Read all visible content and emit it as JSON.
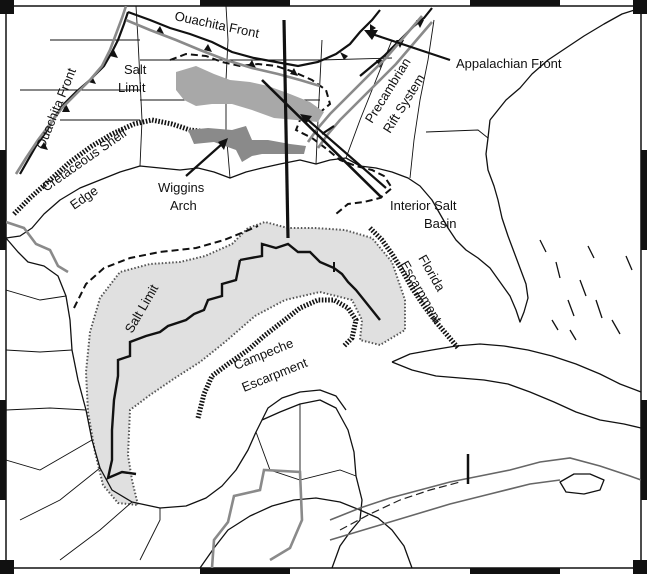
{
  "labels": {
    "ouachita_front_west": "Ouachita Front",
    "ouachita_front_north": "Ouachita Front",
    "appalachian_front": "Appalachian Front",
    "salt_limit_north_1": "Salt",
    "salt_limit_north_2": "Limit",
    "precambrian_1": "Precambrian",
    "precambrian_2": "Rift System",
    "cretaceous_1": "Cretaceous Shelf",
    "cretaceous_2": "Edge",
    "wiggins_1": "Wiggins",
    "wiggins_2": "Arch",
    "interior_salt_1": "Interior Salt",
    "interior_salt_2": "Basin",
    "florida_1": "Florida",
    "florida_2": "Escarpment",
    "salt_limit_south": "Salt Limit",
    "campeche_1": "Campeche",
    "campeche_2": "Escarpment"
  },
  "colors": {
    "salt_area": "#e0e0e0",
    "interior_basin": "#a8a8a8",
    "line": "#111111",
    "grey_line": "#8a8a8a"
  }
}
